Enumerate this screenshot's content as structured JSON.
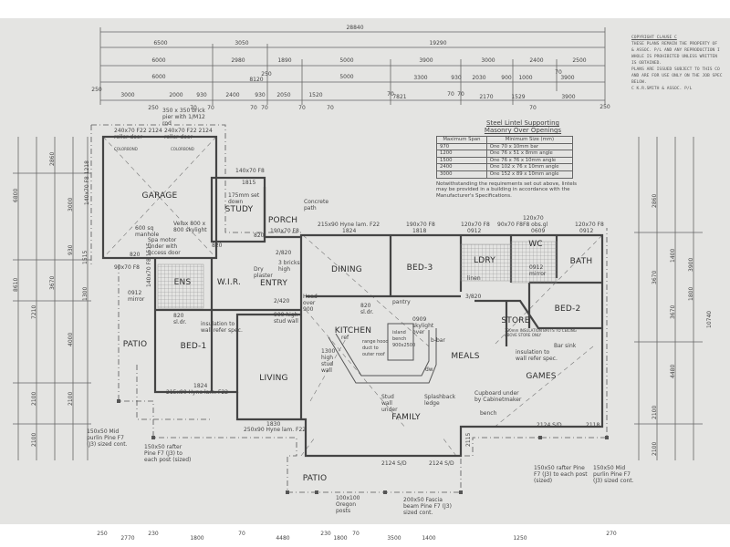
{
  "copyright": {
    "lines": [
      "COPYRIGHT CLAUSE C",
      "THESE PLANS REMAIN THE PROPERTY OF",
      "& ASSOC. P/L AND ANY REPRODUCTION I",
      "WHOLE IS PROHIBITED UNLESS WRITTEN",
      "IS OBTAINED.",
      "PLANS ARE ISSUED SUBJECT TO THIS CO",
      "AND ARE FOR USE ONLY ON THE JOB SPEC",
      "BELOW.",
      "C K.R.SMITH & ASSOC. P/L"
    ]
  },
  "lintel_table": {
    "title1": "Steel Lintel Supporting",
    "title2": "Masonry Over Openings",
    "headers": [
      "Maximum Span",
      "Minimum Size (mm)"
    ],
    "rows": [
      [
        "970",
        "One 70 x 10mm bar"
      ],
      [
        "1200",
        "One 76 x 51 x 8mm angle"
      ],
      [
        "1500",
        "One 76 x 76 x 10mm angle"
      ],
      [
        "2400",
        "One 102 x 76 x 10mm angle"
      ],
      [
        "3000",
        "One 152 x 89 x 10mm angle"
      ]
    ],
    "note": "Notwithstanding the requirements set out above, lintels may be provided in a building in accordance with the Manufacturer's Specifications."
  },
  "top_dimensions": {
    "row1": [
      "28840"
    ],
    "row2": [
      "6500",
      "3050",
      "19290"
    ],
    "row3": [
      "6000",
      "2980",
      "1890",
      "5000",
      "3900",
      "3000",
      "2400",
      "2500"
    ],
    "row4": [
      "6000",
      "250",
      "8120",
      "5000",
      "3300",
      "930",
      "2030",
      "900",
      "1000",
      "3900",
      "70"
    ],
    "row5": [
      "250",
      "3000",
      "2000",
      "930",
      "2400",
      "930",
      "2050",
      "1520",
      "7821",
      "2170",
      "1529",
      "3900",
      "250",
      "250",
      "70",
      "70",
      "70",
      "70",
      "70",
      "70",
      "70",
      "70",
      "70",
      "70"
    ]
  },
  "left_dimensions": [
    "6800",
    "2860",
    "3000",
    "3670",
    "930",
    "8610",
    "7210",
    "4000",
    "2100",
    "2100",
    "2100",
    "1300",
    "1515"
  ],
  "right_dimensions": [
    "2860",
    "3670",
    "1400",
    "3900",
    "1800",
    "10740",
    "3670",
    "4480",
    "2100",
    "2100"
  ],
  "bottom_dimensions": [
    "250",
    "2770",
    "230",
    "1800",
    "70",
    "4480",
    "230",
    "1800",
    "70",
    "3500",
    "1400",
    "1250",
    "270"
  ],
  "rooms": {
    "garage": "GARAGE",
    "study": "STUDY",
    "porch": "PORCH",
    "entry": "ENTRY",
    "wir": "W.I.R.",
    "ens": "ENS",
    "dining": "DINING",
    "bed3": "BED-3",
    "ldry": "LDRY",
    "wc": "WC",
    "bath": "BATH",
    "bed2": "BED-2",
    "store": "STORE",
    "kitchen": "KITCHEN",
    "meals": "MEALS",
    "games": "GAMES",
    "family": "FAMILY",
    "living": "LIVING",
    "bed1": "BED-1",
    "patio_left": "PATIO",
    "patio_bottom": "PATIO"
  },
  "notes": {
    "brick_pier": "350 x 350 brick pier with 1/M12 rod",
    "roller1": "240x70 F22 2124 roller door",
    "roller2": "240x70 F22 2124 roller door",
    "colorbond1": "COLORBOND",
    "colorbond2": "COLORBOND",
    "garage_lintel": "140x70 F8 1218",
    "study_lintel": "140x70 F8",
    "study_win": "1815",
    "setdown": "175mm set down",
    "concrete_path": "Concrete path",
    "porch_beam": "190x70 F8",
    "manhole": "600 sq manhole",
    "skylight": "Velux 800 x 800 skylight",
    "spa": "Spa motor under with access door",
    "door820a": "820",
    "door820b": "820",
    "door820c": "820",
    "brick3": "3 bricks high",
    "door2820": "2/820",
    "dry_plaster": "Dry plaster",
    "door2420": "2/420",
    "mirror_ens": "0912 mirror",
    "purlin_left": "90x70 F8",
    "ens_lintel": "140x70 F8 1515",
    "sl_dr": "820 sl.dr.",
    "insulation1": "insulation to wall refer spec.",
    "stud900": "900 high stud wall",
    "hyne_top": "215x90 Hyne lam. F22",
    "lint_1824": "1824",
    "lint_190": "190x70 F8",
    "lint_1818": "1818",
    "lint_120a": "120x70 F8",
    "lint_0912a": "0912",
    "lint_90": "90x70 F8",
    "lint_120b": "120x70 F8 obs.gl",
    "lint_0609": "0609",
    "lint_120c": "120x70 F8",
    "lint_0912b": "0912",
    "head_over": "Head over 900",
    "pantry": "pantry",
    "sl_dr2": "820 sl.dr.",
    "skylight2": "0909 skylight over",
    "linen": "linen",
    "door3820": "3/820",
    "mirror_bath": "0912 mirror",
    "range_hood": "range hood duct to outer roof",
    "island": "island bench 900x2500",
    "bbar": "b-bar",
    "dw": "dw",
    "ref": "ref",
    "stud1300": "1300 high stud wall",
    "store_ins": "130mm INSULATION BATTS TO CEILING ABOVE STORE ONLY",
    "insulation2": "insulation to wall refer spec.",
    "bar_sink": "Bar sink",
    "cupboard": "Cupboard under by Cabinetmaker",
    "bench": "bench",
    "stud_wall": "Stud wall under",
    "splashback": "Splashback ledge",
    "lint_1824b": "1824",
    "hyne_left": "215x90 Hyne lam. F22",
    "lint_1830": "1830",
    "hyne_living": "250x90 Hyne lam. F22",
    "sd1": "2124 S/D",
    "sd2": "2124 S/D",
    "sd3": "2124 S/D",
    "lint_2118": "2118",
    "lint_2115": "2115",
    "purlin_l": "150x50 Mid purlin Pine F7 (J3) sized cont.",
    "rafter_l": "150x50 rafter Pine F7 (J3) to each post (sized)",
    "posts": "100x100 Oregon posts",
    "fascia": "200x50 Fascia beam Pine F7 (J3) sized cont.",
    "rafter_r": "150x50 rafter Pine F7 (J3) to each post (sized)",
    "purlin_r": "150x50 Mid purlin Pine F7 (J3) sized cont."
  }
}
